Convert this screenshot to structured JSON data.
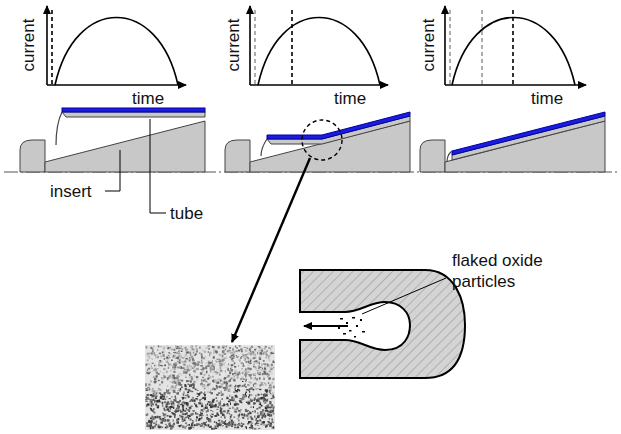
{
  "diagram": {
    "labels": [
      "current",
      "time",
      "current",
      "time",
      "current",
      "time",
      "tube",
      "insert",
      "flaked oxide particles"
    ]
  }
}
